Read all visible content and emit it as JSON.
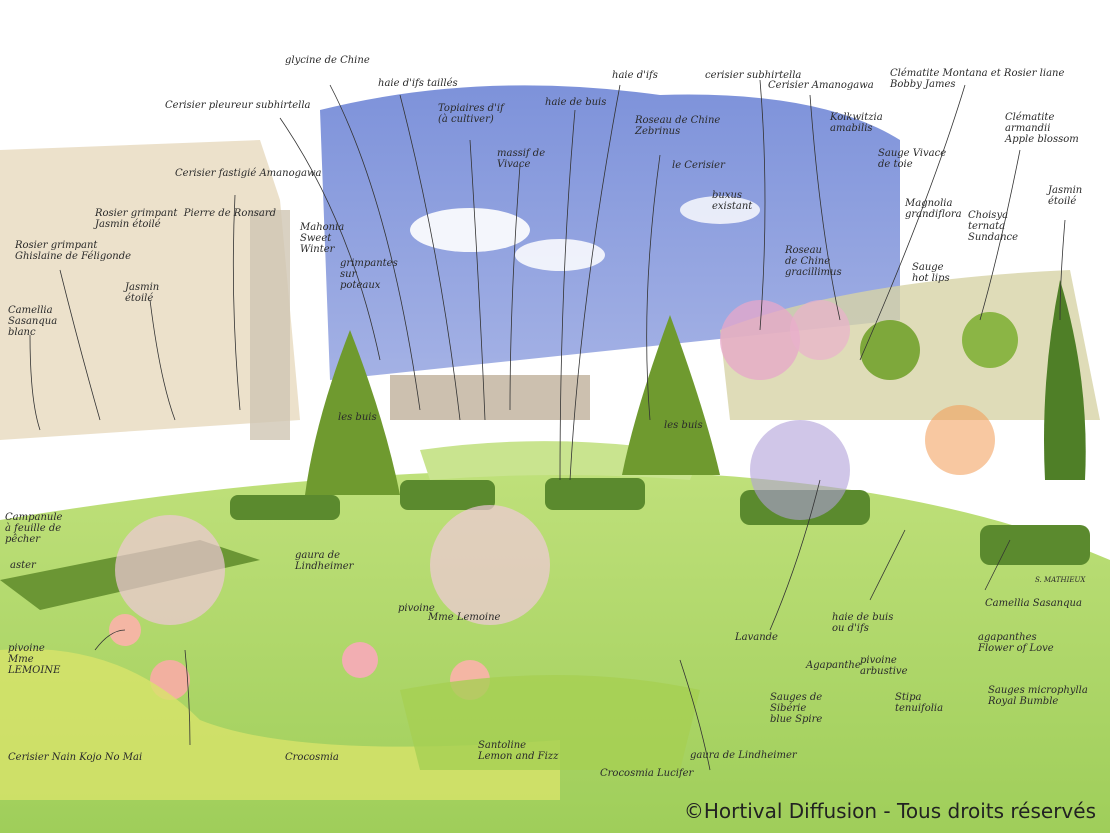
{
  "labels": {
    "cerisier_pleureur": "Cerisier pleureur subhirtella",
    "glycine": "glycine de Chine",
    "haie_ifs_tailles": "haie d'ifs taillés",
    "topiaires": "Topiaires d'if\n(à cultiver)",
    "massif_vivace": "massif de\nVivace",
    "haie_ifs": "haie d'ifs",
    "haie_buis_top": "haie de buis",
    "roseau_zebrinus": "Roseau de Chine\nZebrinus",
    "cerisier_subhirtella": "cerisier subhirtella",
    "cerisier_amanogawa_top": "Cerisier Amanogawa",
    "clematite_montana": "Clématite Montana et Rosier liane\nBobby James",
    "clematite_armandii": "Clématite\narmandii\nApple blossom",
    "kolkwitzia": "Kolkwitzia\namabilis",
    "sauge_vivace": "Sauge Vivace\nde toie",
    "cerisier": "le Cerisier",
    "buxus": "buxus\nexistant",
    "roseau_gracillimus": "Roseau\nde Chine\ngracillimus",
    "magnolia": "Magnolia\ngrandiflora",
    "choisya": "Choisya\nternata\nSundance",
    "jasmin_etoile_right": "Jasmin\nétoilé",
    "sauge_hotlips": "Sauge\nhot lips",
    "cerisier_fastigie": "Cerisier fastigié Amanogawa",
    "rosier_grimpant_pierre": "Rosier grimpant  Pierre de Ronsard\nJasmin étoilé",
    "mahonia": "Mahonia\nSweet\nWinter",
    "grimpantes": "grimpantes\nsur\npoteaux",
    "rosier_feligonde": "Rosier grimpant\nGhislaine de Féligonde",
    "jasmin_etoile_left": "Jasmin\nétoilé",
    "camellia_left": "Camellia\nSasanqua\nblanc",
    "les_buis_left": "les buis",
    "les_buis_right": "les buis",
    "campanule": "Campanule\nà feuille de\npêcher",
    "aster": "aster",
    "gaura_top": "gaura de\nLindheimer",
    "pivoine_top": "pivoine",
    "mme_lemoine_top": "Mme Lemoine",
    "pivoine_left": "pivoine\nMme\nLEMOINE",
    "cerisier_nain": "Cerisier Nain Kojo No Mai",
    "crocosmia": "Crocosmia",
    "santoline": "Santoline\nLemon and Fizz",
    "crocosmia_lucifer": "Crocosmia Lucifer",
    "gaura_bottom": "gaura de Lindheimer",
    "lavande": "Lavande",
    "haie_buis_ifs": "haie de buis\nou d'ifs",
    "agapanthe": "Agapanthe",
    "pivoine_arbustive": "pivoine\narbustive",
    "sauges_siberie": "Sauges de\nSibérie\nblue Spire",
    "stipa": "Stipa\ntenuifolia",
    "camellia_right": "Camellia Sasanqua",
    "agapanthes_flower": "agapanthes\nFlower of Love",
    "sauges_microphylla": "Sauges microphylla\nRoyal Bumble",
    "signature": "S. MATHIEUX"
  },
  "copyright": "©Hortival Diffusion - Tous droits réservés"
}
